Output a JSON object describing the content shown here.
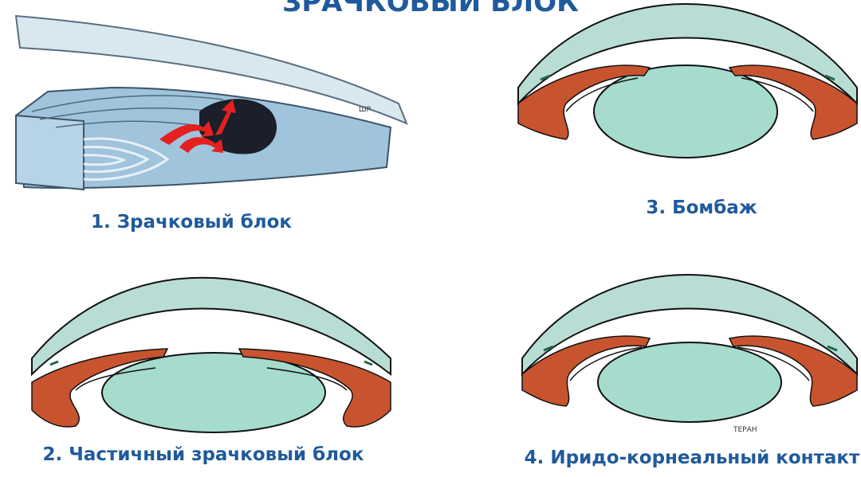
{
  "header": {
    "title": "ЗРАЧКОВЫЙ БЛОК"
  },
  "panels": [
    {
      "id": 1,
      "caption": "1. Зрачковый блок"
    },
    {
      "id": 2,
      "caption": "2. Частичный зрачковый блок"
    },
    {
      "id": 3,
      "caption": "3. Бомбаж"
    },
    {
      "id": 4,
      "caption": "4. Иридо-корнеальный контакт"
    }
  ],
  "colors": {
    "cornea": "#b8ddd5",
    "lens": "#a5dccd",
    "iris": "#c8542f",
    "arrow_red": "#e52020",
    "tissue_blue": "#9fc4dc",
    "caption_blue": "#1f5a9c"
  }
}
